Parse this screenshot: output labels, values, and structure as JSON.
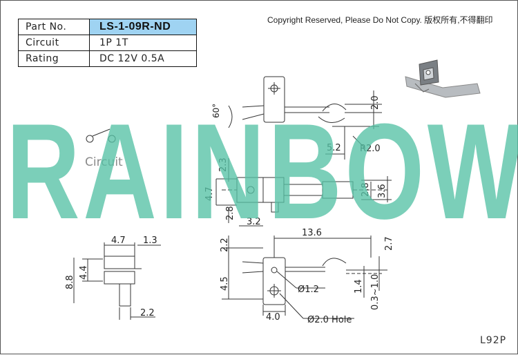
{
  "spec_table": {
    "rows": [
      {
        "label": "Part No.",
        "value": "LS-1-09R-ND"
      },
      {
        "label": "Circuit",
        "value": "1P 1T"
      },
      {
        "label": "Rating",
        "value": "DC 12V 0.5A"
      }
    ]
  },
  "copyright": "Copyright Reserved, Please Do Not Copy. 版权所有,不得翻印",
  "watermark": "RAINBOW",
  "circuit_label": "Circuit",
  "drawing_code": "L92P",
  "dimensions": {
    "angle": "60°",
    "top_2_0": "2.0",
    "d5_2": "5.2",
    "r2_0": "R2.0",
    "d2_3": "2.3",
    "d4_7": "4.7",
    "d2_8_a": "2.8",
    "d3_2": "3.2",
    "d2_8_b": "2.8",
    "d3_6": "3.6",
    "left_4_7": "4.7",
    "left_1_3": "1.3",
    "left_4_4": "4.4",
    "left_8_8": "8.8",
    "left_2_2": "2.2",
    "front_13_6": "13.6",
    "front_2_2": "2.2",
    "front_2_7": "2.7",
    "front_4_5": "4.5",
    "front_1_4": "1.4",
    "front_range": "0.3~1.0",
    "front_4_0": "4.0",
    "pin_dia": "Ø1.2",
    "hole_dia": "Ø2.0 Hole"
  },
  "colors": {
    "watermark": "#57c2a6",
    "part_highlight": "#9fd3f2",
    "line": "#333333"
  }
}
